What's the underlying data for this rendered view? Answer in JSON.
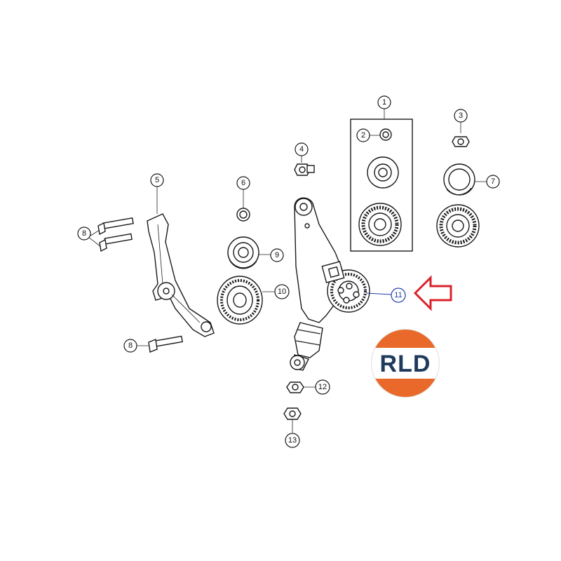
{
  "colors": {
    "line": "#1a1a1a",
    "highlight_callout": "#1f3fa8",
    "arrow": "#d9232d",
    "logo_orange": "#e8692a",
    "logo_navy": "#1f3a5c",
    "logo_band": "#ffffff"
  },
  "callouts": {
    "c1": "1",
    "c2": "2",
    "c3": "3",
    "c4": "4",
    "c5": "5",
    "c6": "6",
    "c7": "7",
    "c8a": "8",
    "c8b": "8",
    "c9": "9",
    "c10": "10",
    "c11": "11",
    "c12": "12",
    "c13": "13"
  },
  "logo": {
    "text": "RLD"
  },
  "icons": {
    "arrow": "arrow-left-outline-icon"
  }
}
